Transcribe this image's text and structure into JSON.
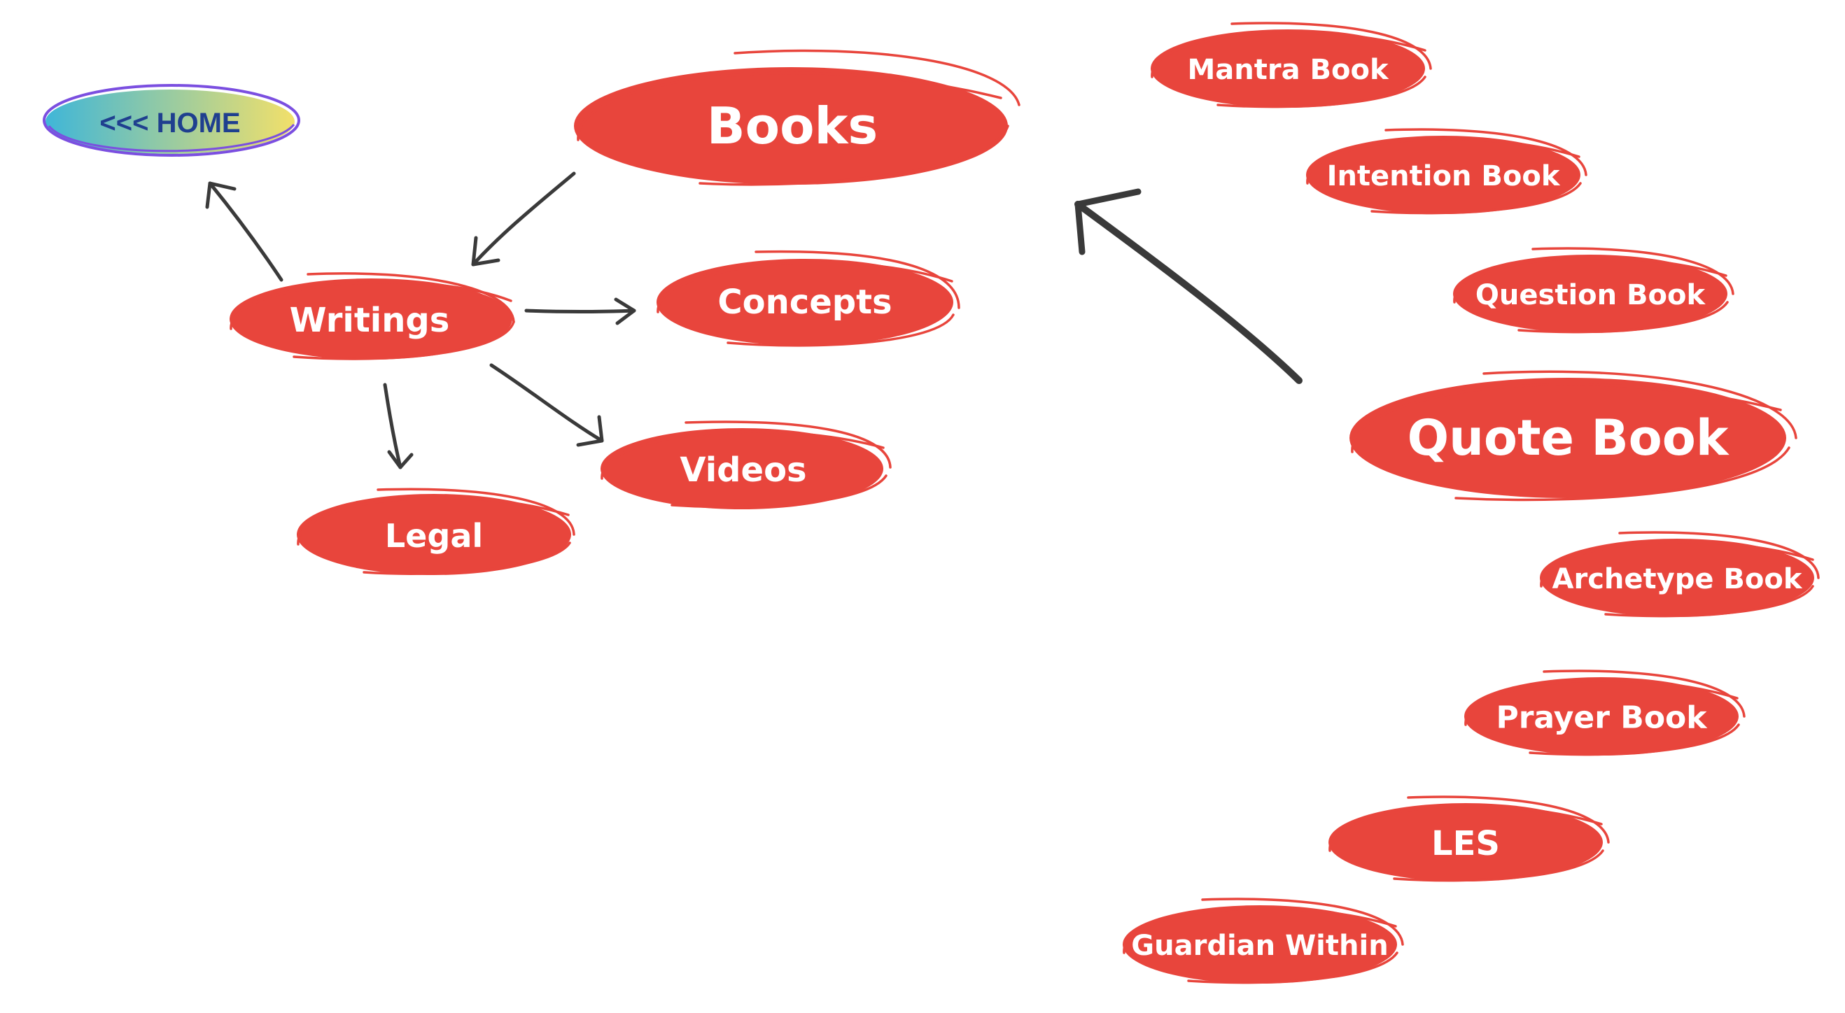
{
  "home": {
    "label": "<<< HOME"
  },
  "nodes": {
    "books": "Books",
    "writings": "Writings",
    "concepts": "Concepts",
    "videos": "Videos",
    "legal": "Legal",
    "mantra": "Mantra Book",
    "intention": "Intention Book",
    "question": "Question Book",
    "quote": "Quote Book",
    "archetype": "Archetype Book",
    "prayer": "Prayer Book",
    "les": "LES",
    "guardian": "Guardian Within"
  },
  "colors": {
    "node_fill": "#e8453c",
    "node_text": "#ffffff",
    "home_text": "#1f3f8f",
    "home_outline": "#7b4fe0",
    "home_gradient_left": "#3fb6d8",
    "home_gradient_right": "#f2e06a",
    "arrow": "#3a3a3a"
  }
}
